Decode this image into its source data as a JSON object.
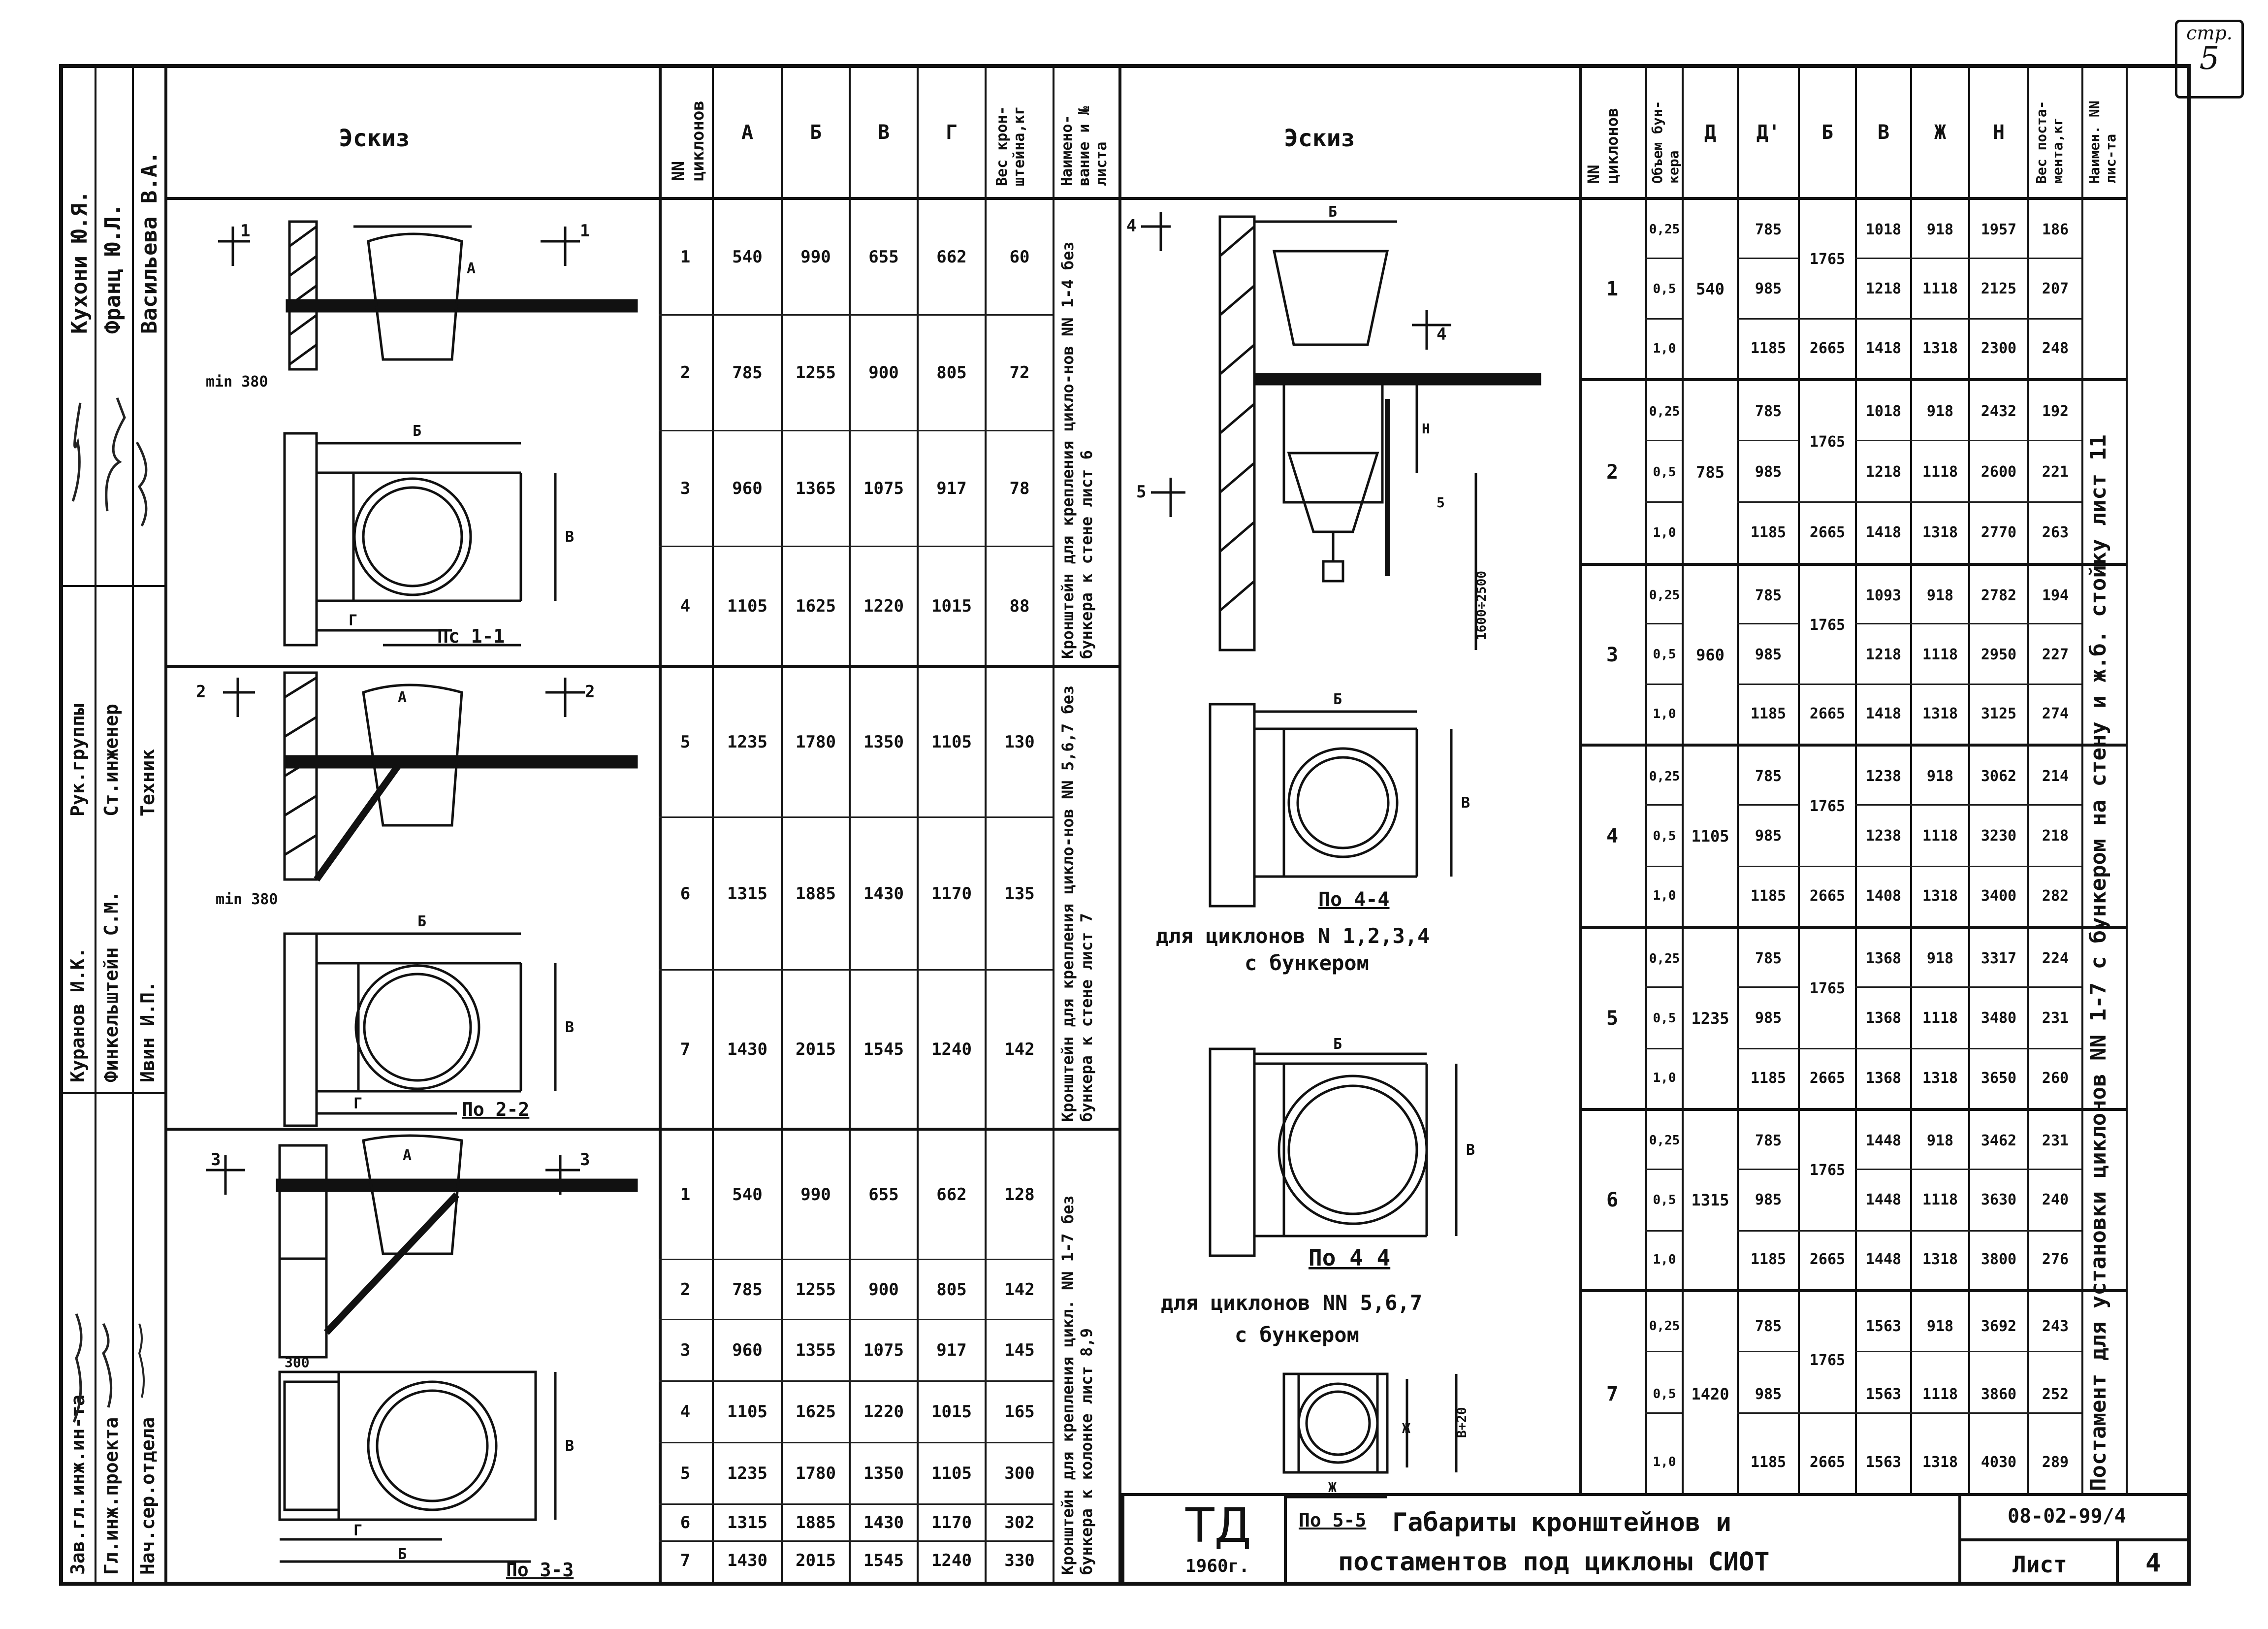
{
  "page_corner": {
    "label": "стр.",
    "number": "5"
  },
  "signature_block": {
    "rows": [
      {
        "position": "Зав.гл.инж.ин-та",
        "name": "Кухони Ю.Я."
      },
      {
        "position": "Гл.инж.проекта",
        "name": "Франц Ю.Л."
      },
      {
        "position": "Нач.сер.отдела",
        "name": "Васильева В.А."
      },
      {
        "position": "Рук.группы",
        "name": "Куранов И.К."
      },
      {
        "position": "Ст.инженер",
        "name": "Финкельштейн С.М."
      },
      {
        "position": "Техник",
        "name": "Ивин И.П."
      }
    ]
  },
  "left_table": {
    "headers": {
      "sketch": "Эскиз",
      "num": "NN циклонов",
      "A": "А",
      "B": "Б",
      "V": "В",
      "G": "Г",
      "weight": "Вес крон-штейна,кг",
      "name": "Наимено-вание и № листа"
    },
    "groups": [
      {
        "section": "1",
        "view_label": "Пс 1-1",
        "min_label": "min 380",
        "name": "Кронштейн для крепления цикло-нов NN 1-4 без бункера к стене лист 6",
        "rows": [
          {
            "n": "1",
            "A": "540",
            "B": "990",
            "V": "655",
            "G": "662",
            "W": "60"
          },
          {
            "n": "2",
            "A": "785",
            "B": "1255",
            "V": "900",
            "G": "805",
            "W": "72"
          },
          {
            "n": "3",
            "A": "960",
            "B": "1365",
            "V": "1075",
            "G": "917",
            "W": "78"
          },
          {
            "n": "4",
            "A": "1105",
            "B": "1625",
            "V": "1220",
            "G": "1015",
            "W": "88"
          }
        ]
      },
      {
        "section": "2",
        "view_label": "По 2-2",
        "min_label": "min 380",
        "name": "Кронштейн для крепления цикло-нов NN 5,6,7 без бункера к стене лист 7",
        "rows": [
          {
            "n": "5",
            "A": "1235",
            "B": "1780",
            "V": "1350",
            "G": "1105",
            "W": "130"
          },
          {
            "n": "6",
            "A": "1315",
            "B": "1885",
            "V": "1430",
            "G": "1170",
            "W": "135"
          },
          {
            "n": "7",
            "A": "1430",
            "B": "2015",
            "V": "1545",
            "G": "1240",
            "W": "142"
          }
        ]
      },
      {
        "section": "3",
        "view_label": "По 3-3",
        "min_label": "300",
        "name": "Кронштейн для крепления цикл. NN 1-7 без бункера к колонке лист 8,9",
        "rows": [
          {
            "n": "1",
            "A": "540",
            "B": "990",
            "V": "655",
            "G": "662",
            "W": "128"
          },
          {
            "n": "2",
            "A": "785",
            "B": "1255",
            "V": "900",
            "G": "805",
            "W": "142"
          },
          {
            "n": "3",
            "A": "960",
            "B": "1355",
            "V": "1075",
            "G": "917",
            "W": "145"
          },
          {
            "n": "4",
            "A": "1105",
            "B": "1625",
            "V": "1220",
            "G": "1015",
            "W": "165"
          },
          {
            "n": "5",
            "A": "1235",
            "B": "1780",
            "V": "1350",
            "G": "1105",
            "W": "300"
          },
          {
            "n": "6",
            "A": "1315",
            "B": "1885",
            "V": "1430",
            "G": "1170",
            "W": "302"
          },
          {
            "n": "7",
            "A": "1430",
            "B": "2015",
            "V": "1545",
            "G": "1240",
            "W": "330"
          }
        ]
      }
    ]
  },
  "right_table": {
    "headers": {
      "sketch": "Эскиз",
      "num": "NN циклонов",
      "volume": "Объем бун-кера",
      "D": "Д",
      "D1": "Д'",
      "B": "Б",
      "V": "В",
      "Zh": "Ж",
      "H": "Н",
      "weight": "Вес поста-мента,кг",
      "name": "Наимен. NN лис-та"
    },
    "sketch_labels": {
      "sec4": "4",
      "sec5": "5",
      "dims_bottom": "1600÷2500",
      "view44a": "По 4-4",
      "caption_a": "для циклонов N 1,2,3,4",
      "caption_a2": "с бункером",
      "view44b": "По 4 4",
      "caption_b": "для циклонов NN 5,6,7",
      "caption_b2": "с бункером",
      "view55": "По 5-5",
      "b20": "В+20"
    },
    "name_column": "Постамент для установки циклонов NN 1-7 с бункером на стену и ж.б. стойку лист 11",
    "groups": [
      {
        "n": "1",
        "D": "540",
        "B_top": "1765",
        "rows": [
          {
            "vol": "0,25",
            "D1": "785",
            "B": "",
            "V": "1018",
            "Zh": "918",
            "H": "1957",
            "W": "186"
          },
          {
            "vol": "0,5",
            "D1": "985",
            "B": "",
            "V": "1218",
            "Zh": "1118",
            "H": "2125",
            "W": "207"
          },
          {
            "vol": "1,0",
            "D1": "1185",
            "B": "2665",
            "V": "1418",
            "Zh": "1318",
            "H": "2300",
            "W": "248"
          }
        ]
      },
      {
        "n": "2",
        "D": "785",
        "B_top": "1765",
        "rows": [
          {
            "vol": "0,25",
            "D1": "785",
            "B": "",
            "V": "1018",
            "Zh": "918",
            "H": "2432",
            "W": "192"
          },
          {
            "vol": "0,5",
            "D1": "985",
            "B": "",
            "V": "1218",
            "Zh": "1118",
            "H": "2600",
            "W": "221"
          },
          {
            "vol": "1,0",
            "D1": "1185",
            "B": "2665",
            "V": "1418",
            "Zh": "1318",
            "H": "2770",
            "W": "263"
          }
        ]
      },
      {
        "n": "3",
        "D": "960",
        "B_top": "1765",
        "rows": [
          {
            "vol": "0,25",
            "D1": "785",
            "B": "",
            "V": "1093",
            "Zh": "918",
            "H": "2782",
            "W": "194"
          },
          {
            "vol": "0,5",
            "D1": "985",
            "B": "",
            "V": "1218",
            "Zh": "1118",
            "H": "2950",
            "W": "227"
          },
          {
            "vol": "1,0",
            "D1": "1185",
            "B": "2665",
            "V": "1418",
            "Zh": "1318",
            "H": "3125",
            "W": "274"
          }
        ]
      },
      {
        "n": "4",
        "D": "1105",
        "B_top": "1765",
        "rows": [
          {
            "vol": "0,25",
            "D1": "785",
            "B": "",
            "V": "1238",
            "Zh": "918",
            "H": "3062",
            "W": "214"
          },
          {
            "vol": "0,5",
            "D1": "985",
            "B": "",
            "V": "1238",
            "Zh": "1118",
            "H": "3230",
            "W": "218"
          },
          {
            "vol": "1,0",
            "D1": "1185",
            "B": "2665",
            "V": "1408",
            "Zh": "1318",
            "H": "3400",
            "W": "282"
          }
        ]
      },
      {
        "n": "5",
        "D": "1235",
        "B_top": "1765",
        "rows": [
          {
            "vol": "0,25",
            "D1": "785",
            "B": "",
            "V": "1368",
            "Zh": "918",
            "H": "3317",
            "W": "224"
          },
          {
            "vol": "0,5",
            "D1": "985",
            "B": "",
            "V": "1368",
            "Zh": "1118",
            "H": "3480",
            "W": "231"
          },
          {
            "vol": "1,0",
            "D1": "1185",
            "B": "2665",
            "V": "1368",
            "Zh": "1318",
            "H": "3650",
            "W": "260"
          }
        ]
      },
      {
        "n": "6",
        "D": "1315",
        "B_top": "1765",
        "rows": [
          {
            "vol": "0,25",
            "D1": "785",
            "B": "",
            "V": "1448",
            "Zh": "918",
            "H": "3462",
            "W": "231"
          },
          {
            "vol": "0,5",
            "D1": "985",
            "B": "",
            "V": "1448",
            "Zh": "1118",
            "H": "3630",
            "W": "240"
          },
          {
            "vol": "1,0",
            "D1": "1185",
            "B": "2665",
            "V": "1448",
            "Zh": "1318",
            "H": "3800",
            "W": "276"
          }
        ]
      },
      {
        "n": "7",
        "D": "1420",
        "B_top": "1765",
        "rows": [
          {
            "vol": "0,25",
            "D1": "785",
            "B": "",
            "V": "1563",
            "Zh": "918",
            "H": "3692",
            "W": "243"
          },
          {
            "vol": "0,5",
            "D1": "985",
            "B": "",
            "V": "1563",
            "Zh": "1118",
            "H": "3860",
            "W": "252"
          },
          {
            "vol": "1,0",
            "D1": "1185",
            "B": "2665",
            "V": "1563",
            "Zh": "1318",
            "H": "4030",
            "W": "289"
          }
        ]
      }
    ]
  },
  "title_block": {
    "td": "ТД",
    "year": "1960г.",
    "title_line1": "Габариты кронштейнов и",
    "title_line2": "постаментов под циклоны СИОТ",
    "doc_code": "08-02-99/4",
    "sheet_label": "Лист",
    "sheet_number": "4"
  }
}
